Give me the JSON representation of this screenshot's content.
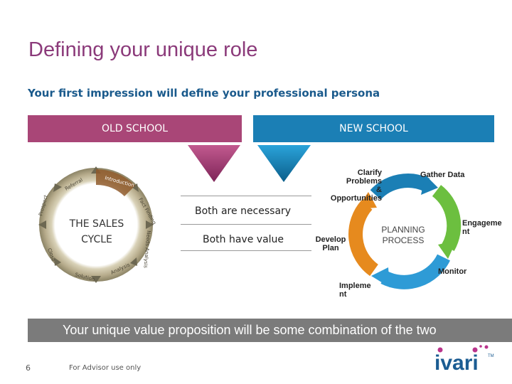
{
  "title": "Defining your unique role",
  "subtitle": "Your first impression will define your professional persona",
  "old_school": {
    "label": "OLD SCHOOL",
    "color": "#a94677"
  },
  "new_school": {
    "label": "NEW SCHOOL",
    "color": "#1b7fb5"
  },
  "comparison": {
    "both_necessary": "Both are necessary",
    "both_value": "Both have value"
  },
  "sales_cycle": {
    "label_line1": "THE SALES",
    "label_line2": "CYCLE",
    "segments": [
      "Introduction",
      "Fact Finding",
      "Needs Analysis",
      "Analysis",
      "Solution",
      "Close",
      "Prospect",
      "Referral"
    ]
  },
  "planning_process": {
    "center_line1": "PLANNING",
    "center_line2": "PROCESS",
    "steps": {
      "clarify": [
        "Clarify",
        "Problems",
        "&",
        "Opportunities"
      ],
      "gather": "Gather Data",
      "engagement": [
        "Engageme",
        "nt"
      ],
      "monitor": "Monitor",
      "implement": [
        "Impleme",
        "nt"
      ],
      "develop": [
        "Develop",
        "Plan"
      ]
    },
    "colors": [
      "#1b7fb5",
      "#6cbf3f",
      "#2e9bd6",
      "#e68a1e"
    ]
  },
  "footer_statement": "Your unique value proposition will be some combination of the two",
  "page_number": "6",
  "disclaimer": "For Advisor use only",
  "brand": {
    "name": "ivari",
    "tm": "TM",
    "accent": "#b9348b",
    "text_color": "#1b5c92"
  }
}
